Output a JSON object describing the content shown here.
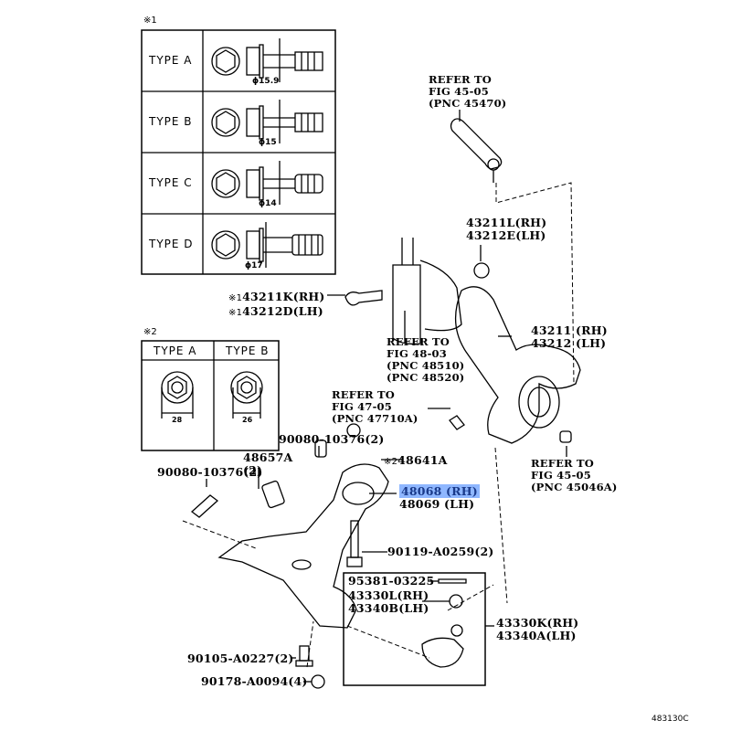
{
  "diagram_id": "483130C",
  "note1": {
    "marker": "※1",
    "rows": [
      {
        "type": "TYPE A",
        "diameter": "ϕ15.9"
      },
      {
        "type": "TYPE B",
        "diameter": "ϕ15"
      },
      {
        "type": "TYPE C",
        "diameter": "ϕ14"
      },
      {
        "type": "TYPE D",
        "diameter": "ϕ17"
      }
    ]
  },
  "note2": {
    "marker": "※2",
    "cols": [
      {
        "type": "TYPE A",
        "size": "28"
      },
      {
        "type": "TYPE B",
        "size": "26"
      }
    ]
  },
  "refs": {
    "ref_tie_rod": [
      "REFER TO",
      "FIG 45-05",
      "(PNC 45470)"
    ],
    "ref_strut": [
      "REFER TO",
      "FIG 48-03",
      "(PNC 48510)",
      "(PNC 48520)"
    ],
    "ref_sensor": [
      "REFER TO",
      "FIG 47-05",
      "(PNC 47710A)"
    ],
    "ref_hub": [
      "REFER TO",
      "FIG 45-05",
      "(PNC 45046A)"
    ]
  },
  "parts": {
    "p43211L": [
      "43211L(RH)",
      "43212E(LH)"
    ],
    "p43211K": {
      "marker": "※1",
      "rh": "43211K(RH)",
      "lh": "43212D(LH)"
    },
    "p43211": [
      "43211 (RH)",
      "43212 (LH)"
    ],
    "p90080_top": "90080-10376(2)",
    "p48657A": [
      "48657A",
      "(2)"
    ],
    "p48641A": {
      "marker": "※2",
      "label": "48641A"
    },
    "p90080_left": "90080-10376(2)",
    "p48068": {
      "rh": "48068 (RH)",
      "lh": "48069 (LH)"
    },
    "p90119": "90119-A0259(2)",
    "p95381": "95381-03225",
    "p43330L": [
      "43330L(RH)",
      "43340B(LH)"
    ],
    "p43330K": [
      "43330K(RH)",
      "43340A(LH)"
    ],
    "p90105": "90105-A0227(2)",
    "p90178": "90178-A0094(4)"
  },
  "colors": {
    "highlight": "#8fb7ff",
    "highlight_text": "#1a3a8a",
    "line": "#000000"
  }
}
